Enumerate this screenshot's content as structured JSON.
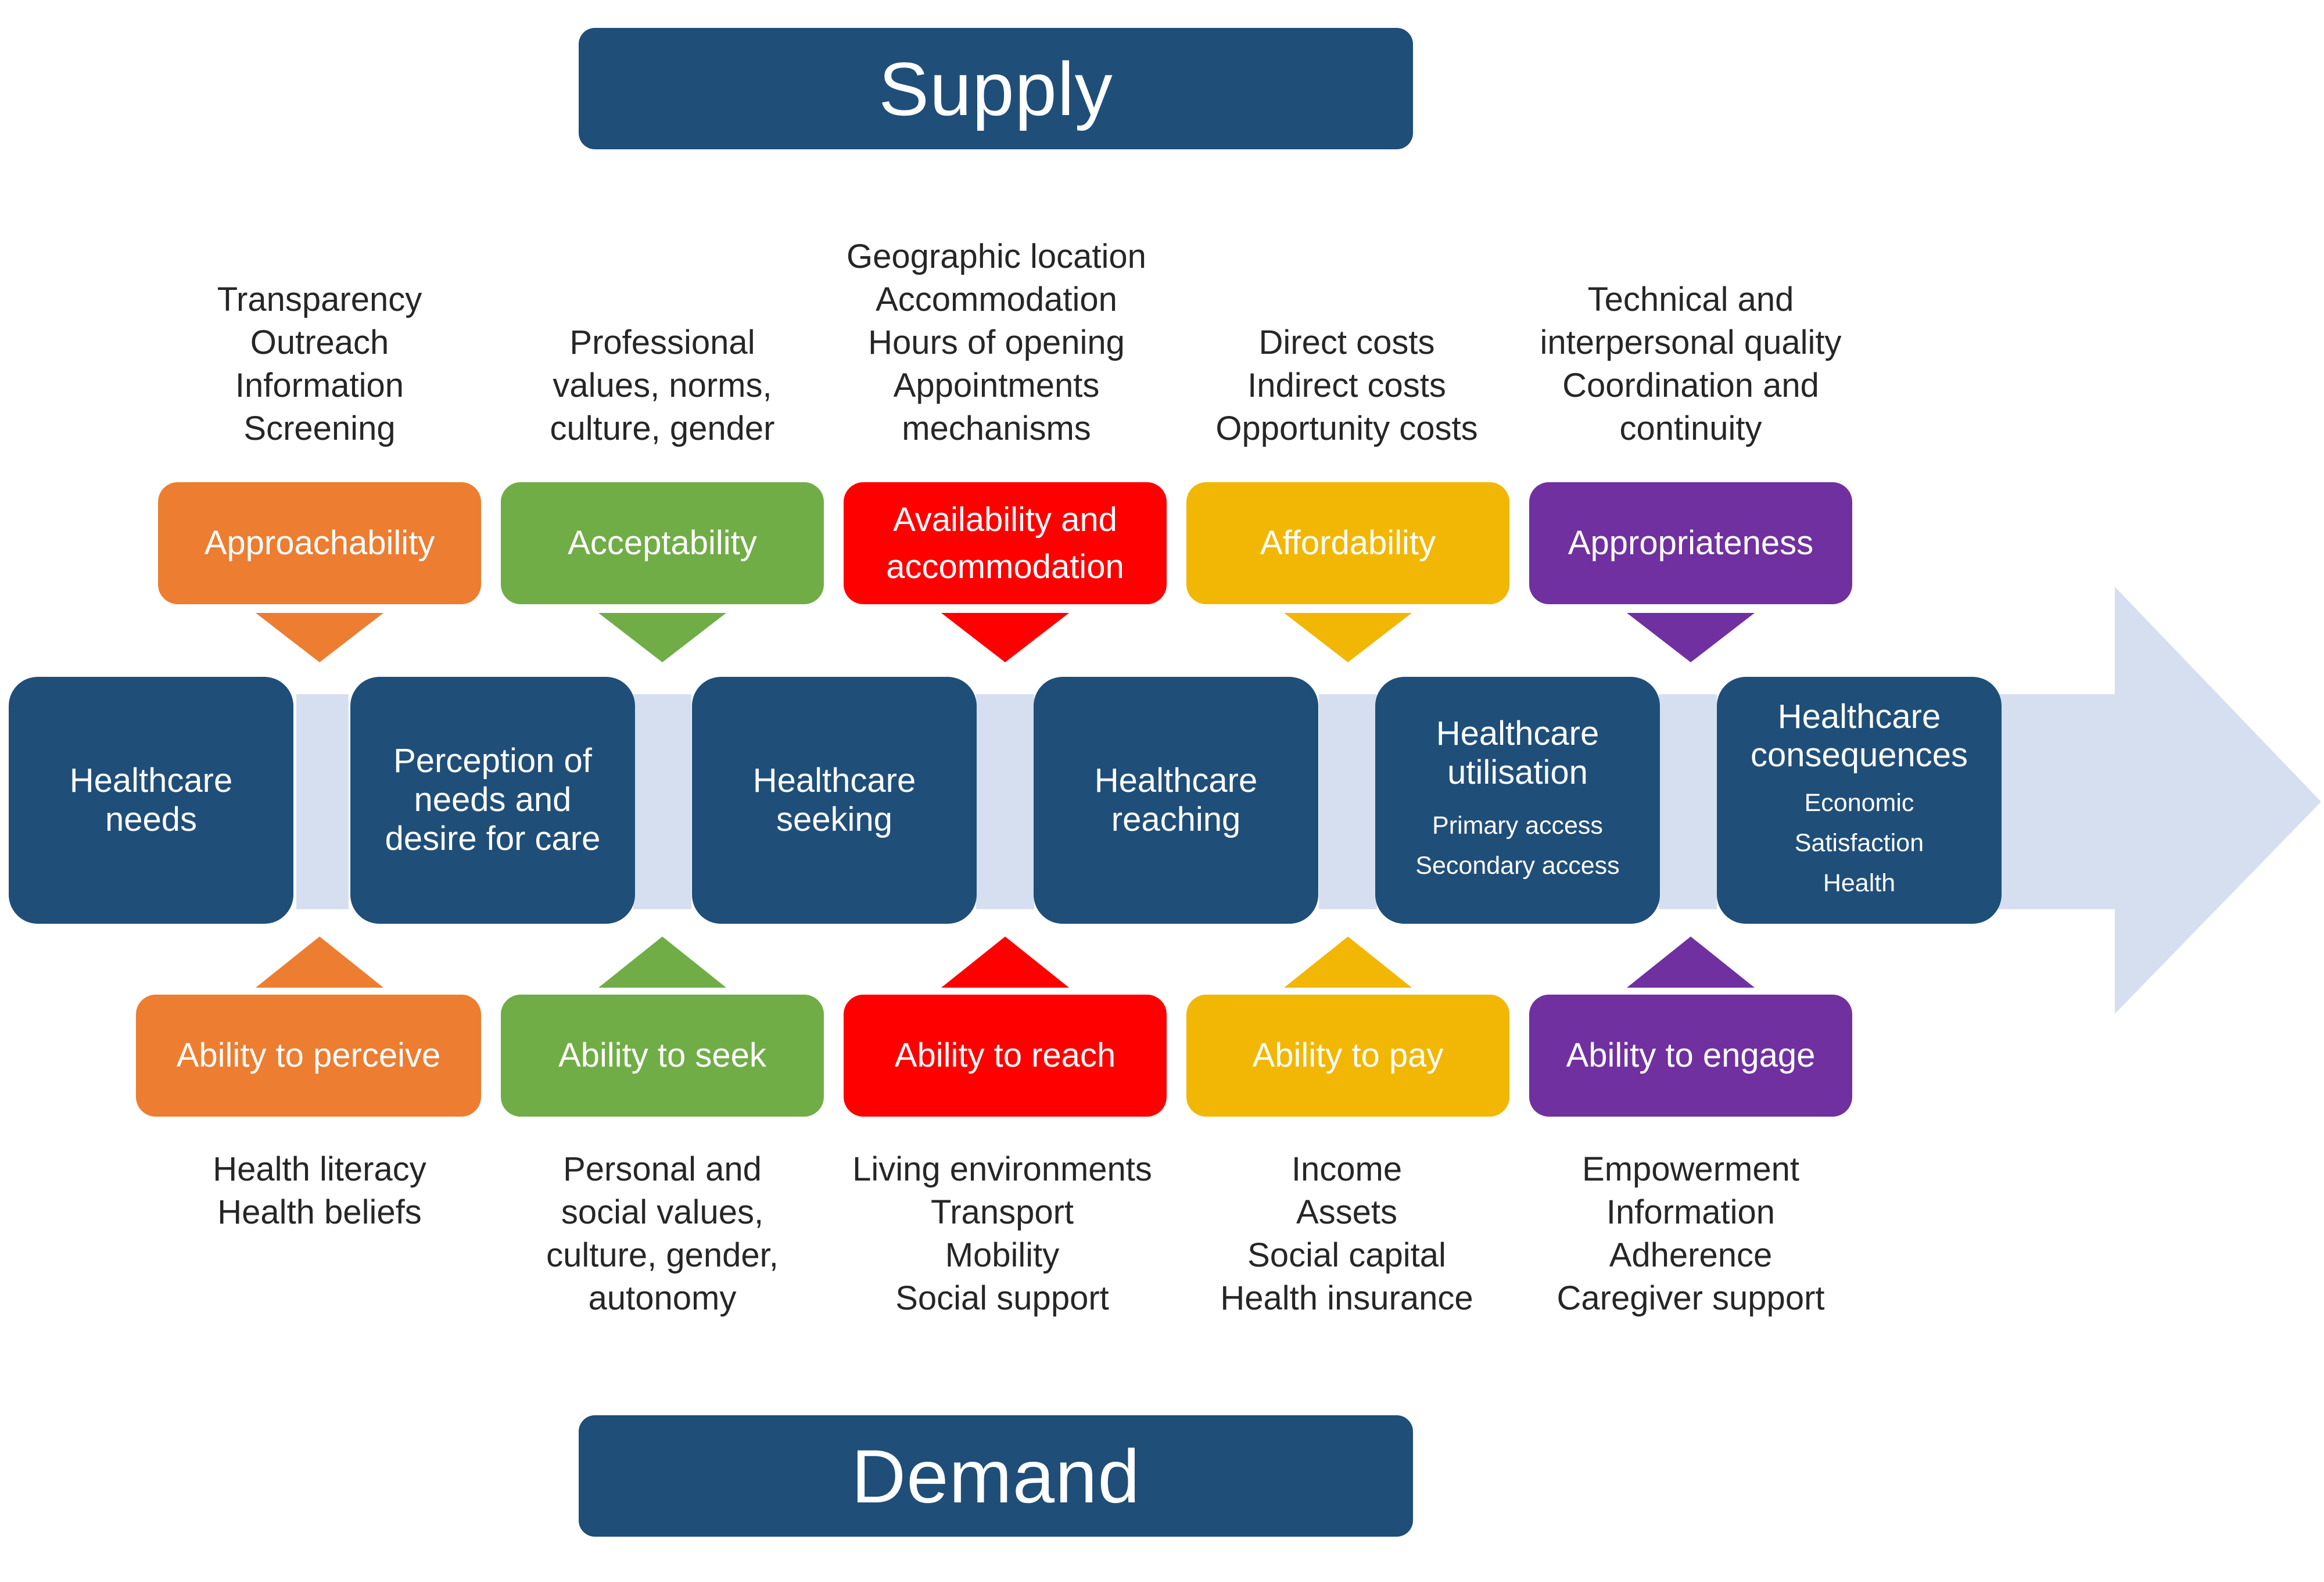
{
  "supply": {
    "label": "Supply"
  },
  "demand": {
    "label": "Demand"
  },
  "colors": {
    "navy": "#1f4e79",
    "connector": "#d5dff0",
    "arrow": "#d5dff0",
    "orange": "#ed7d31",
    "green": "#70ad47",
    "red": "#ff0000",
    "yellow": "#f2b705",
    "purple": "#7030a0"
  },
  "stages": [
    {
      "title": "Healthcare needs",
      "sub": []
    },
    {
      "title": "Perception of needs and desire for care",
      "sub": []
    },
    {
      "title": "Healthcare seeking",
      "sub": []
    },
    {
      "title": "Healthcare reaching",
      "sub": []
    },
    {
      "title": "Healthcare utilisation",
      "sub": [
        "Primary access",
        "Secondary access"
      ]
    },
    {
      "title": "Healthcare consequences",
      "sub": [
        "Economic",
        "Satisfaction",
        "Health"
      ]
    }
  ],
  "supply_dimensions": [
    {
      "label": "Approachability",
      "color": "#ed7d31",
      "factors": [
        "Transparency",
        "Outreach",
        "Information",
        "Screening"
      ]
    },
    {
      "label": "Acceptability",
      "color": "#70ad47",
      "factors": [
        "Professional",
        "values, norms,",
        "culture, gender"
      ]
    },
    {
      "label": "Availability and accommodation",
      "color": "#ff0000",
      "factors": [
        "Geographic location",
        "Accommodation",
        "Hours of opening",
        "Appointments",
        "mechanisms"
      ]
    },
    {
      "label": "Affordability",
      "color": "#f2b705",
      "factors": [
        "Direct costs",
        "Indirect costs",
        "Opportunity costs"
      ]
    },
    {
      "label": "Appropriateness",
      "color": "#7030a0",
      "factors": [
        "Technical and",
        "interpersonal quality",
        "Coordination and",
        "continuity"
      ]
    }
  ],
  "demand_abilities": [
    {
      "label": "Ability to perceive",
      "color": "#ed7d31",
      "factors": [
        "Health literacy",
        "Health beliefs"
      ]
    },
    {
      "label": "Ability to seek",
      "color": "#70ad47",
      "factors": [
        "Personal and",
        "social values,",
        "culture, gender,",
        "autonomy"
      ]
    },
    {
      "label": "Ability to reach",
      "color": "#ff0000",
      "factors": [
        "Living environments",
        "Transport",
        "Mobility",
        "Social support"
      ]
    },
    {
      "label": "Ability to pay",
      "color": "#f2b705",
      "factors": [
        "Income",
        "Assets",
        "Social capital",
        "Health insurance"
      ]
    },
    {
      "label": "Ability to engage",
      "color": "#7030a0",
      "factors": [
        "Empowerment",
        "Information",
        "Adherence",
        "Caregiver support"
      ]
    }
  ]
}
